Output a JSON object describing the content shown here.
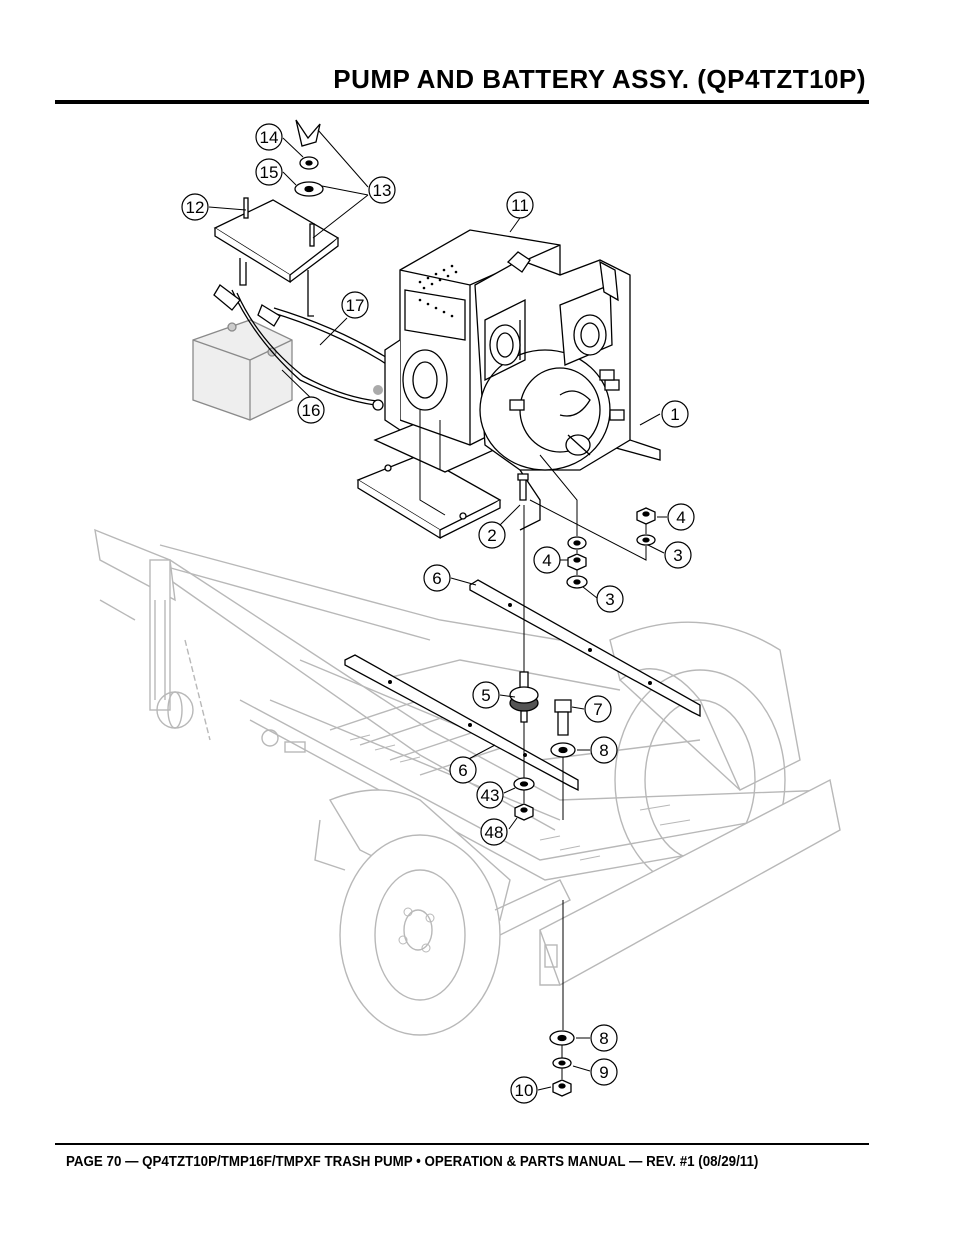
{
  "page": {
    "title": "PUMP AND BATTERY ASSY. (QP4TZT10P)",
    "footer": "PAGE 70 — QP4TZT10P/TMP16F/TMPXF TRASH PUMP • OPERATION & PARTS MANUAL — REV. #1 (08/29/11)"
  },
  "diagram": {
    "callouts": [
      "14",
      "15",
      "13",
      "12",
      "11",
      "17",
      "16",
      "1",
      "4",
      "3",
      "2",
      "4",
      "3",
      "6",
      "5",
      "7",
      "8",
      "6",
      "43",
      "48",
      "8",
      "9",
      "10"
    ]
  }
}
